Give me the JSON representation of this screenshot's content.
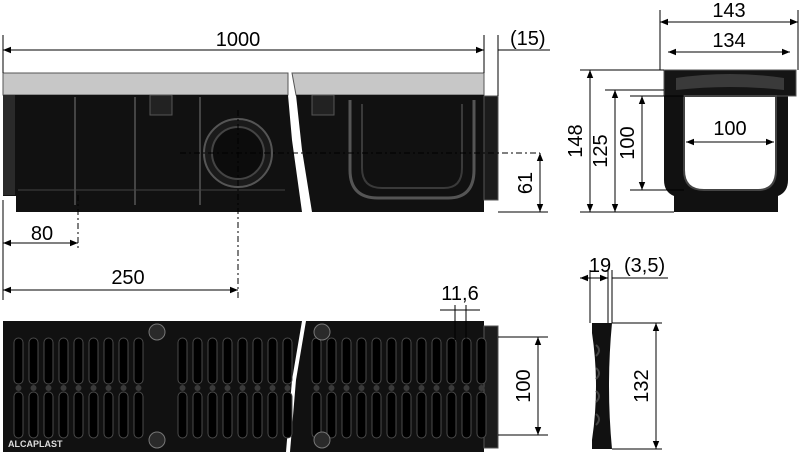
{
  "dimensions": {
    "length": "1000",
    "end_offset": "(15)",
    "outer_width": "143",
    "inner_width_top": "134",
    "total_height": "148",
    "height_125": "125",
    "inner_height": "100",
    "inner_width": "100",
    "outlet_height": "61",
    "offset_80": "80",
    "offset_250": "250",
    "slot_width": "11,6",
    "grate_thickness": "19",
    "grate_step": "(3,5)",
    "grate_inner": "100",
    "grate_width": "132"
  },
  "brand": {
    "logo_text": "ALCAPLAST"
  },
  "colors": {
    "body": "#111111",
    "grate_top": "#c7c7c7",
    "line": "#000000"
  }
}
